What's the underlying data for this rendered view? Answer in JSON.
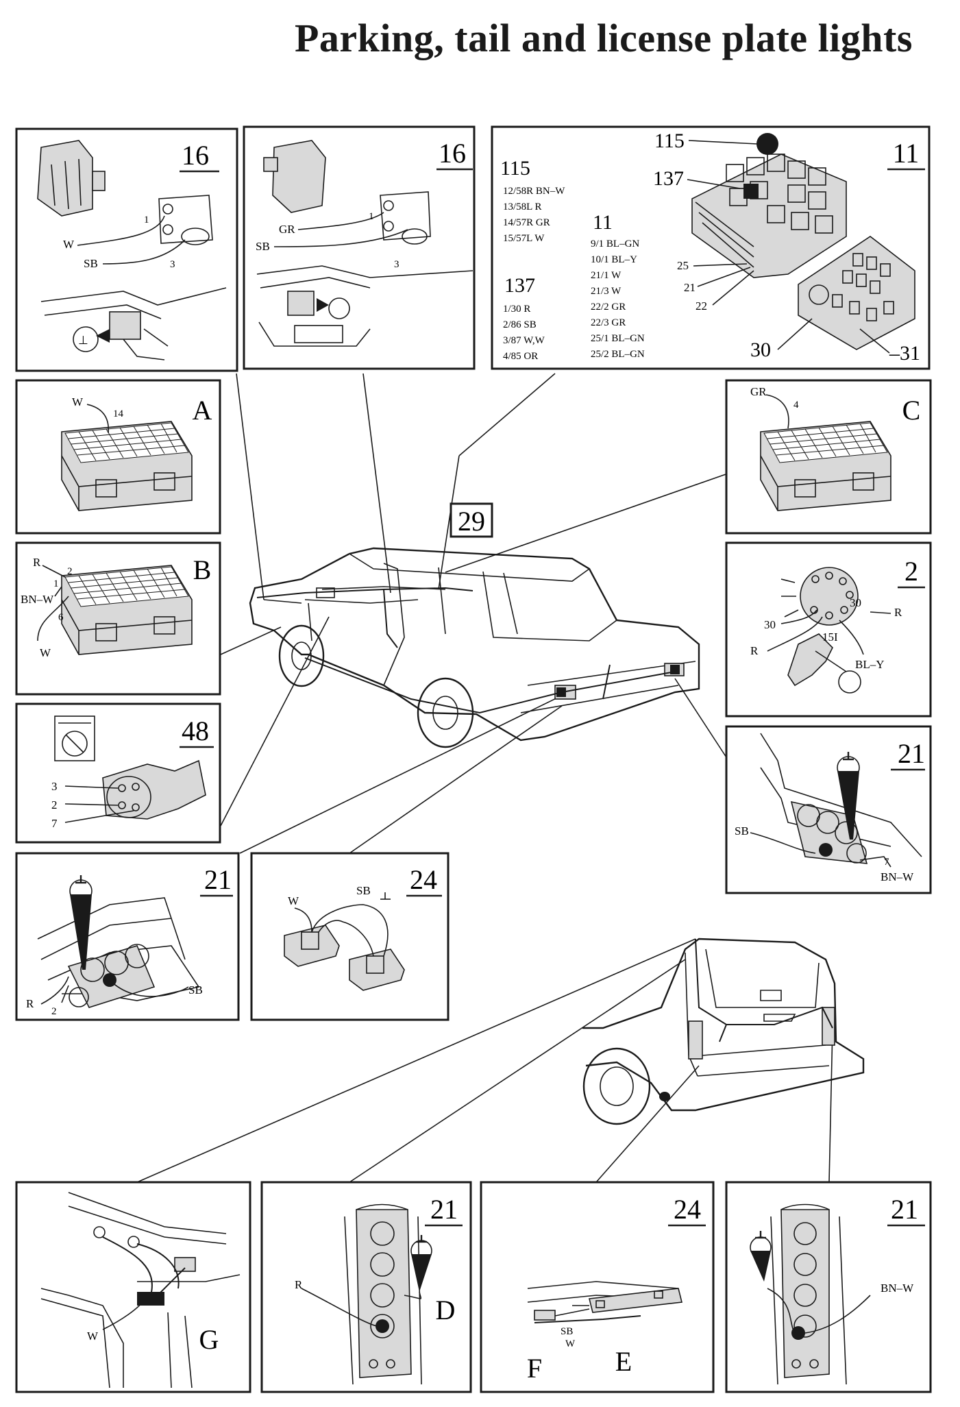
{
  "title": "Parking, tail and license plate lights",
  "panels": {
    "p16a": {
      "num": "16",
      "wires": [
        "W",
        "SB"
      ],
      "pins": [
        "1",
        "3"
      ],
      "ground": "⊥"
    },
    "p16b": {
      "num": "16",
      "wires": [
        "GR",
        "SB"
      ],
      "pins": [
        "1",
        "3"
      ]
    },
    "p11": {
      "num": "11",
      "callouts": [
        "115",
        "137",
        "25",
        "21",
        "22",
        "30",
        "–31"
      ],
      "table_115": {
        "heading": "115",
        "rows": [
          "12/58R BN–W",
          "13/58L R",
          "14/57R GR",
          "15/57L W"
        ]
      },
      "table_137": {
        "heading": "137",
        "rows": [
          "1/30 R",
          "2/86 SB",
          "3/87 W,W",
          "4/85 OR"
        ]
      },
      "table_11": {
        "heading": "11",
        "rows": [
          "9/1 BL–GN",
          "10/1 BL–Y",
          "21/1 W",
          "21/3 W",
          "22/2 GR",
          "22/3 GR",
          "25/1 BL–GN",
          "25/2 BL–GN"
        ]
      }
    },
    "pA": {
      "letter": "A",
      "wire": "W",
      "pin": "14"
    },
    "pB": {
      "letter": "B",
      "wires": [
        "R",
        "BN–W",
        "W"
      ],
      "pins": [
        "2",
        "1",
        "6"
      ]
    },
    "pC": {
      "letter": "C",
      "wire": "GR",
      "pin": "4"
    },
    "p2": {
      "num": "2",
      "labels": [
        "30",
        "R",
        "30",
        "R",
        "15I",
        "BL–Y"
      ]
    },
    "p48": {
      "num": "48",
      "pins": [
        "3",
        "2",
        "7"
      ]
    },
    "p29": {
      "num": "29"
    },
    "p21a": {
      "num": "21",
      "wire": "SB",
      "pin": "7",
      "wire2": "BN–W"
    },
    "p21b": {
      "num": "21",
      "wires": [
        "R",
        "SB"
      ],
      "pin": "2"
    },
    "p24a": {
      "num": "24",
      "wires": [
        "W",
        "SB"
      ]
    },
    "pG": {
      "letter": "G",
      "wire": "W"
    },
    "p21c": {
      "num": "21",
      "wire": "R",
      "letter": "D"
    },
    "p24b": {
      "num": "24",
      "wires": [
        "SB",
        "W"
      ],
      "letters": [
        "F",
        "E"
      ]
    },
    "p21d": {
      "num": "21",
      "wire": "BN–W"
    }
  }
}
